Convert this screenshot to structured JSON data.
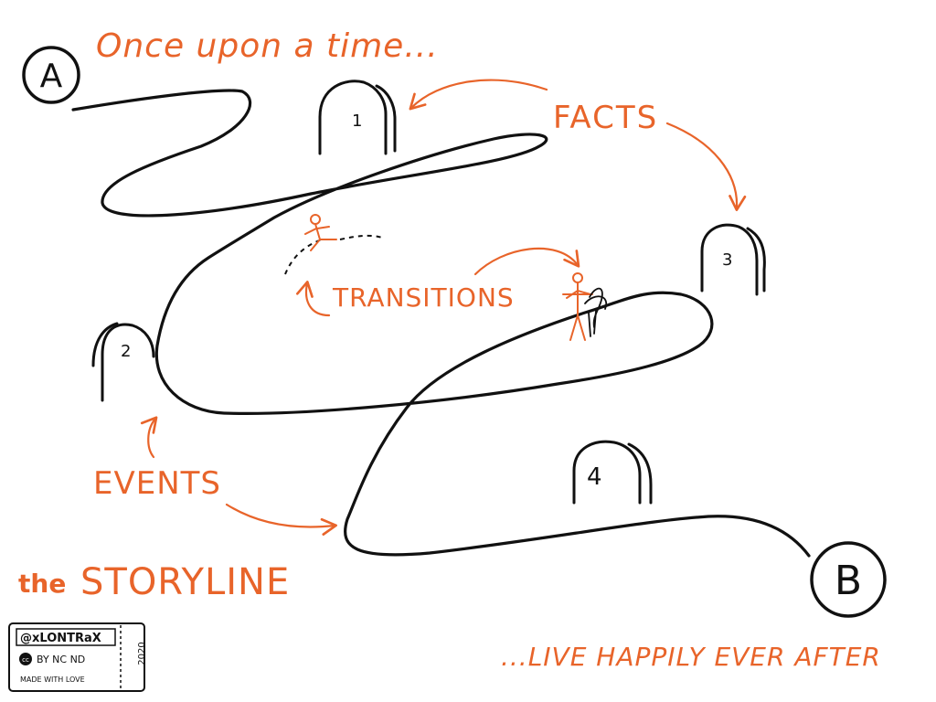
{
  "colors": {
    "ink": "#111111",
    "accent": "#e8642a",
    "background": "#ffffff"
  },
  "heading_top": "Once upon a time...",
  "start_node": "A",
  "end_node": "B",
  "footer_text": "...LIVE HAPPILY EVER AFTER",
  "title_prefix": "the",
  "title_main": "STORYLINE",
  "labels": {
    "facts": "FACTS",
    "transitions": "TRANSITIONS",
    "events": "EVENTS"
  },
  "milestones": [
    "1",
    "2",
    "3",
    "4"
  ],
  "badge": {
    "handle": "@xLONTRaX",
    "license_icon": "cc-icon",
    "license": "BY NC ND",
    "tagline": "MADE WITH LOVE",
    "year": "2020"
  }
}
